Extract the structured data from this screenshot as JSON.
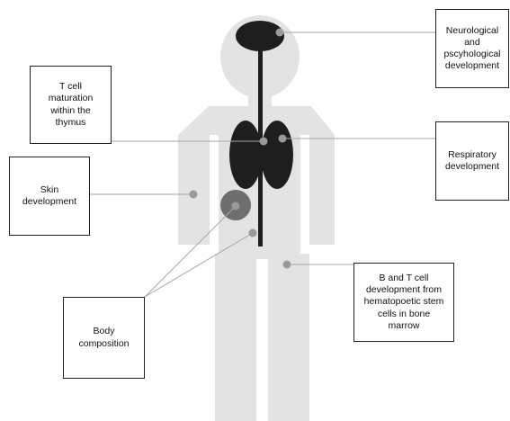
{
  "colors": {
    "body": "#e3e3e3",
    "organ": "#1e1e1e",
    "marker": "#9a9a9a",
    "connector": "#a6a6a6",
    "box_border": "#222222"
  },
  "labels": {
    "neuro": "Neurological\nand\npscyhological\ndevelopment",
    "tcell": "T cell\nmaturation\nwithin the\nthymus",
    "respiratory": "Respiratory\ndevelopment",
    "skin": "Skin\ndevelopment",
    "body_composition": "Body\ncomposition",
    "bcell": "B and T cell\ndevelopment from\nhematopoetic stem\ncells in bone\nmarrow"
  }
}
